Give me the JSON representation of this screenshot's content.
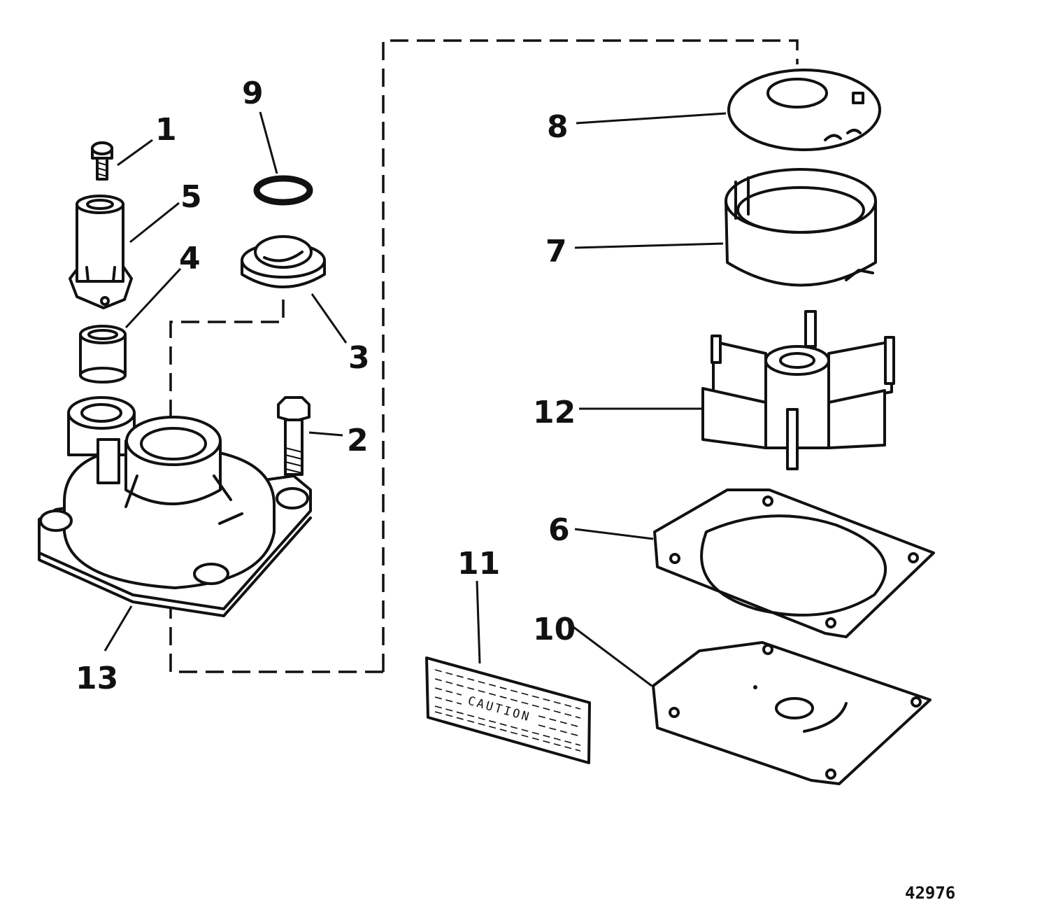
{
  "callouts": {
    "c1": "1",
    "c2": "2",
    "c3": "3",
    "c4": "4",
    "c5": "5",
    "c6": "6",
    "c7": "7",
    "c8": "8",
    "c9": "9",
    "c10": "10",
    "c11": "11",
    "c12": "12",
    "c13": "13"
  },
  "decal_text": "CAUTION",
  "figure_number": "42976"
}
